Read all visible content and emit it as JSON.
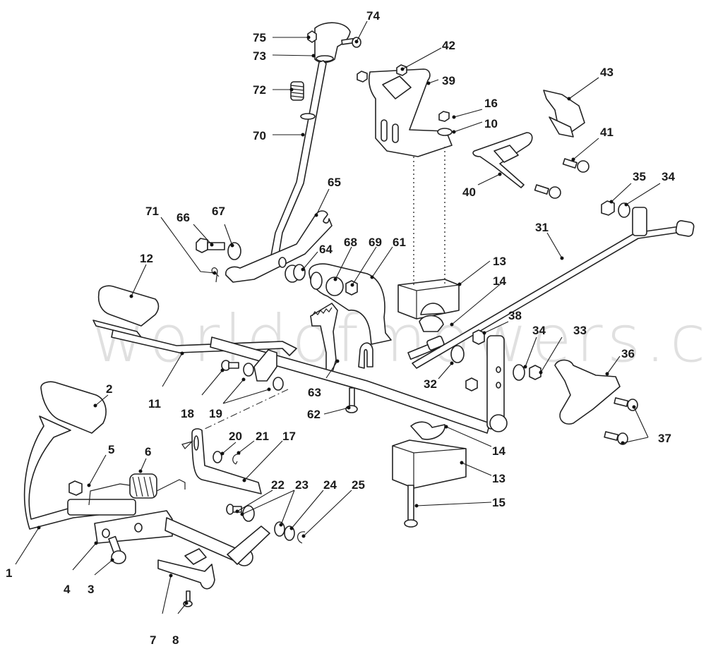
{
  "diagram": {
    "type": "exploded parts diagram",
    "watermark": "worldofmowers.co.uk",
    "callouts": [
      {
        "id": "75",
        "label": "75"
      },
      {
        "id": "74",
        "label": "74"
      },
      {
        "id": "73",
        "label": "73"
      },
      {
        "id": "72",
        "label": "72"
      },
      {
        "id": "70",
        "label": "70"
      },
      {
        "id": "42",
        "label": "42"
      },
      {
        "id": "39",
        "label": "39"
      },
      {
        "id": "16",
        "label": "16"
      },
      {
        "id": "10",
        "label": "10"
      },
      {
        "id": "43",
        "label": "43"
      },
      {
        "id": "41",
        "label": "41"
      },
      {
        "id": "40",
        "label": "40"
      },
      {
        "id": "35",
        "label": "35"
      },
      {
        "id": "34a",
        "label": "34"
      },
      {
        "id": "31",
        "label": "31"
      },
      {
        "id": "65",
        "label": "65"
      },
      {
        "id": "71",
        "label": "71"
      },
      {
        "id": "66",
        "label": "66"
      },
      {
        "id": "67",
        "label": "67"
      },
      {
        "id": "64",
        "label": "64"
      },
      {
        "id": "68",
        "label": "68"
      },
      {
        "id": "69",
        "label": "69"
      },
      {
        "id": "61",
        "label": "61"
      },
      {
        "id": "13a",
        "label": "13"
      },
      {
        "id": "14a",
        "label": "14"
      },
      {
        "id": "12",
        "label": "12"
      },
      {
        "id": "38",
        "label": "38"
      },
      {
        "id": "34b",
        "label": "34"
      },
      {
        "id": "33",
        "label": "33"
      },
      {
        "id": "36",
        "label": "36"
      },
      {
        "id": "11",
        "label": "11"
      },
      {
        "id": "18",
        "label": "18"
      },
      {
        "id": "19",
        "label": "19"
      },
      {
        "id": "63",
        "label": "63"
      },
      {
        "id": "32",
        "label": "32"
      },
      {
        "id": "62",
        "label": "62"
      },
      {
        "id": "2",
        "label": "2"
      },
      {
        "id": "37",
        "label": "37"
      },
      {
        "id": "20",
        "label": "20"
      },
      {
        "id": "21",
        "label": "21"
      },
      {
        "id": "17",
        "label": "17"
      },
      {
        "id": "14b",
        "label": "14"
      },
      {
        "id": "13b",
        "label": "13"
      },
      {
        "id": "5",
        "label": "5"
      },
      {
        "id": "6",
        "label": "6"
      },
      {
        "id": "22",
        "label": "22"
      },
      {
        "id": "23",
        "label": "23"
      },
      {
        "id": "24",
        "label": "24"
      },
      {
        "id": "25",
        "label": "25"
      },
      {
        "id": "15",
        "label": "15"
      },
      {
        "id": "1",
        "label": "1"
      },
      {
        "id": "4",
        "label": "4"
      },
      {
        "id": "3",
        "label": "3"
      },
      {
        "id": "7",
        "label": "7"
      },
      {
        "id": "8",
        "label": "8"
      }
    ]
  }
}
